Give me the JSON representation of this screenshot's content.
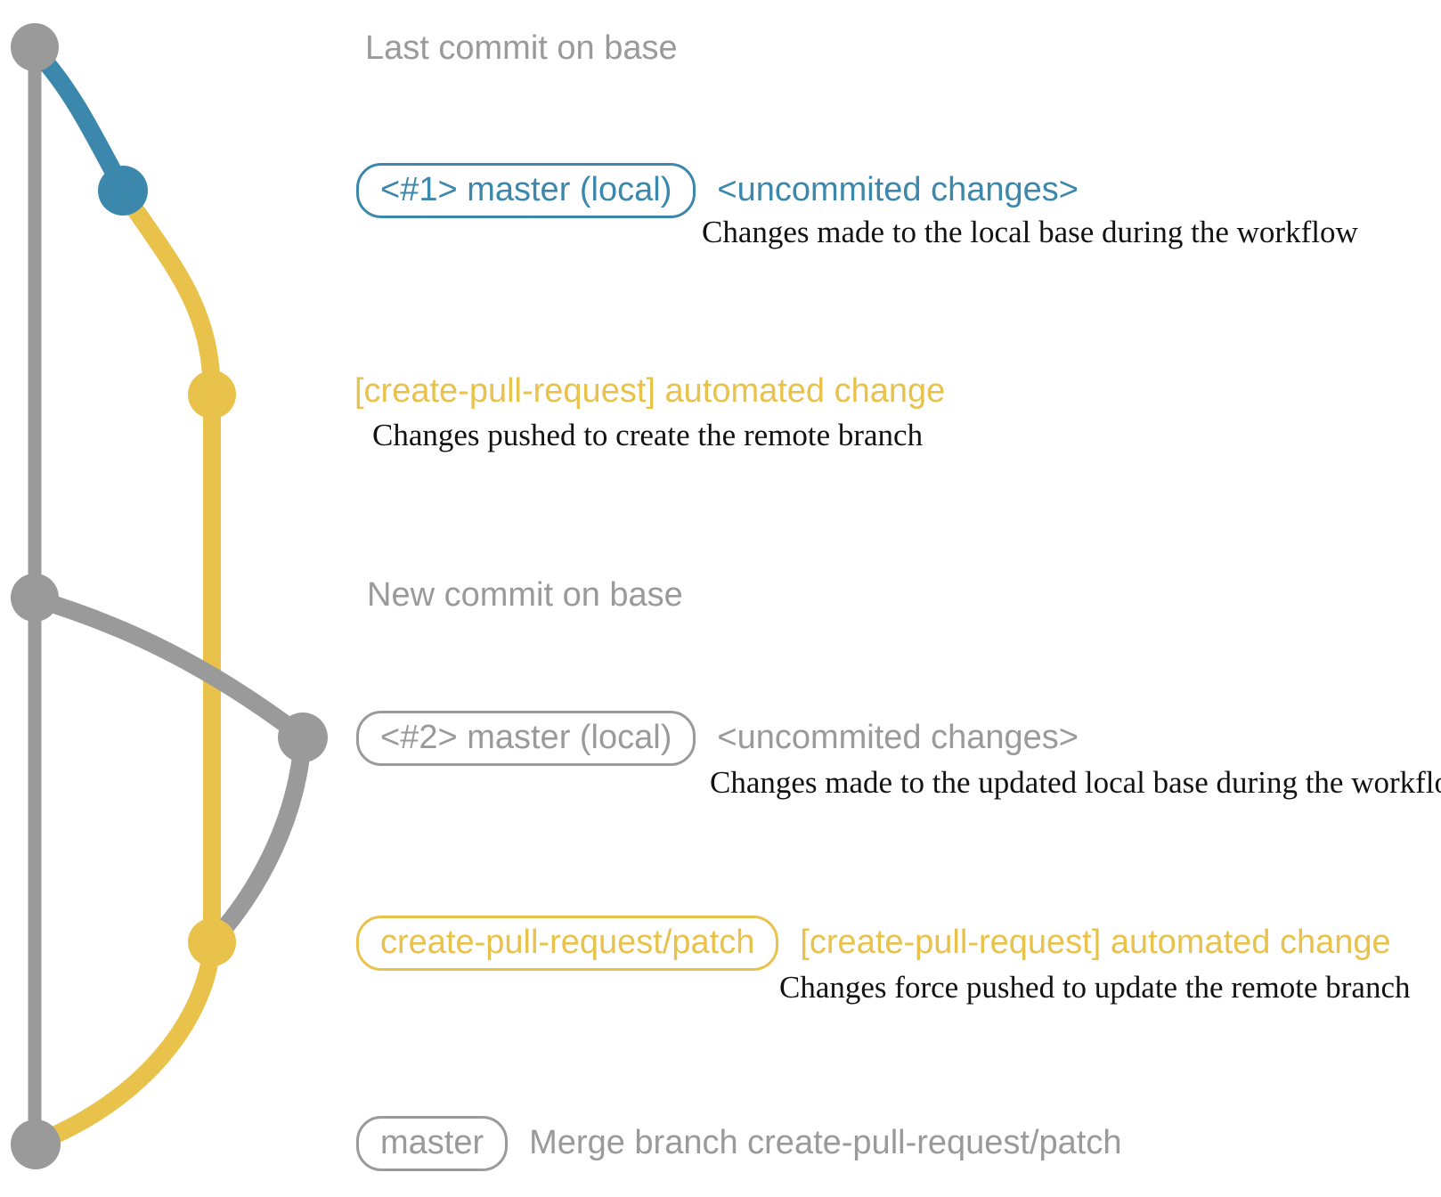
{
  "colors": {
    "blue": "#3c87ac",
    "yellow": "#e8c24a",
    "gray": "#9a9a9a",
    "ink": "#121212",
    "bg": "#ffffff"
  },
  "rows": {
    "last_commit": {
      "text": "Last commit on base"
    },
    "commit1": {
      "badge": "<#1> master (local)",
      "tag": "<uncommited changes>",
      "note": "Changes made to the local base during the workflow"
    },
    "push1": {
      "tag": "[create-pull-request] automated change",
      "note": "Changes pushed to create the remote branch"
    },
    "new_commit": {
      "text": "New commit on base"
    },
    "commit2": {
      "badge": "<#2> master (local)",
      "tag": "<uncommited changes>",
      "note": "Changes made to the updated local base during the workflow"
    },
    "push2": {
      "badge": "create-pull-request/patch",
      "tag": "[create-pull-request] automated change",
      "note": "Changes force pushed to update the remote branch"
    },
    "merge": {
      "badge": "master",
      "text": "Merge branch create-pull-request/patch"
    }
  },
  "graph": {
    "branches": [
      {
        "name": "base",
        "color_key": "gray"
      },
      {
        "name": "master (local)",
        "color_key": "blue"
      },
      {
        "name": "create-pull-request/patch",
        "color_key": "yellow"
      }
    ],
    "commits": [
      {
        "id": "last-commit-on-base",
        "branch": "base",
        "color_key": "gray"
      },
      {
        "id": "commit-1-local",
        "branch": "master (local)",
        "color_key": "blue"
      },
      {
        "id": "patch-branch-created",
        "branch": "create-pull-request/patch",
        "color_key": "yellow"
      },
      {
        "id": "new-commit-on-base",
        "branch": "base",
        "color_key": "gray"
      },
      {
        "id": "commit-2-local",
        "branch": "master (local)",
        "color_key": "gray"
      },
      {
        "id": "patch-branch-force-updated",
        "branch": "create-pull-request/patch",
        "color_key": "yellow"
      },
      {
        "id": "merge-commit",
        "branch": "base",
        "color_key": "gray"
      }
    ]
  }
}
